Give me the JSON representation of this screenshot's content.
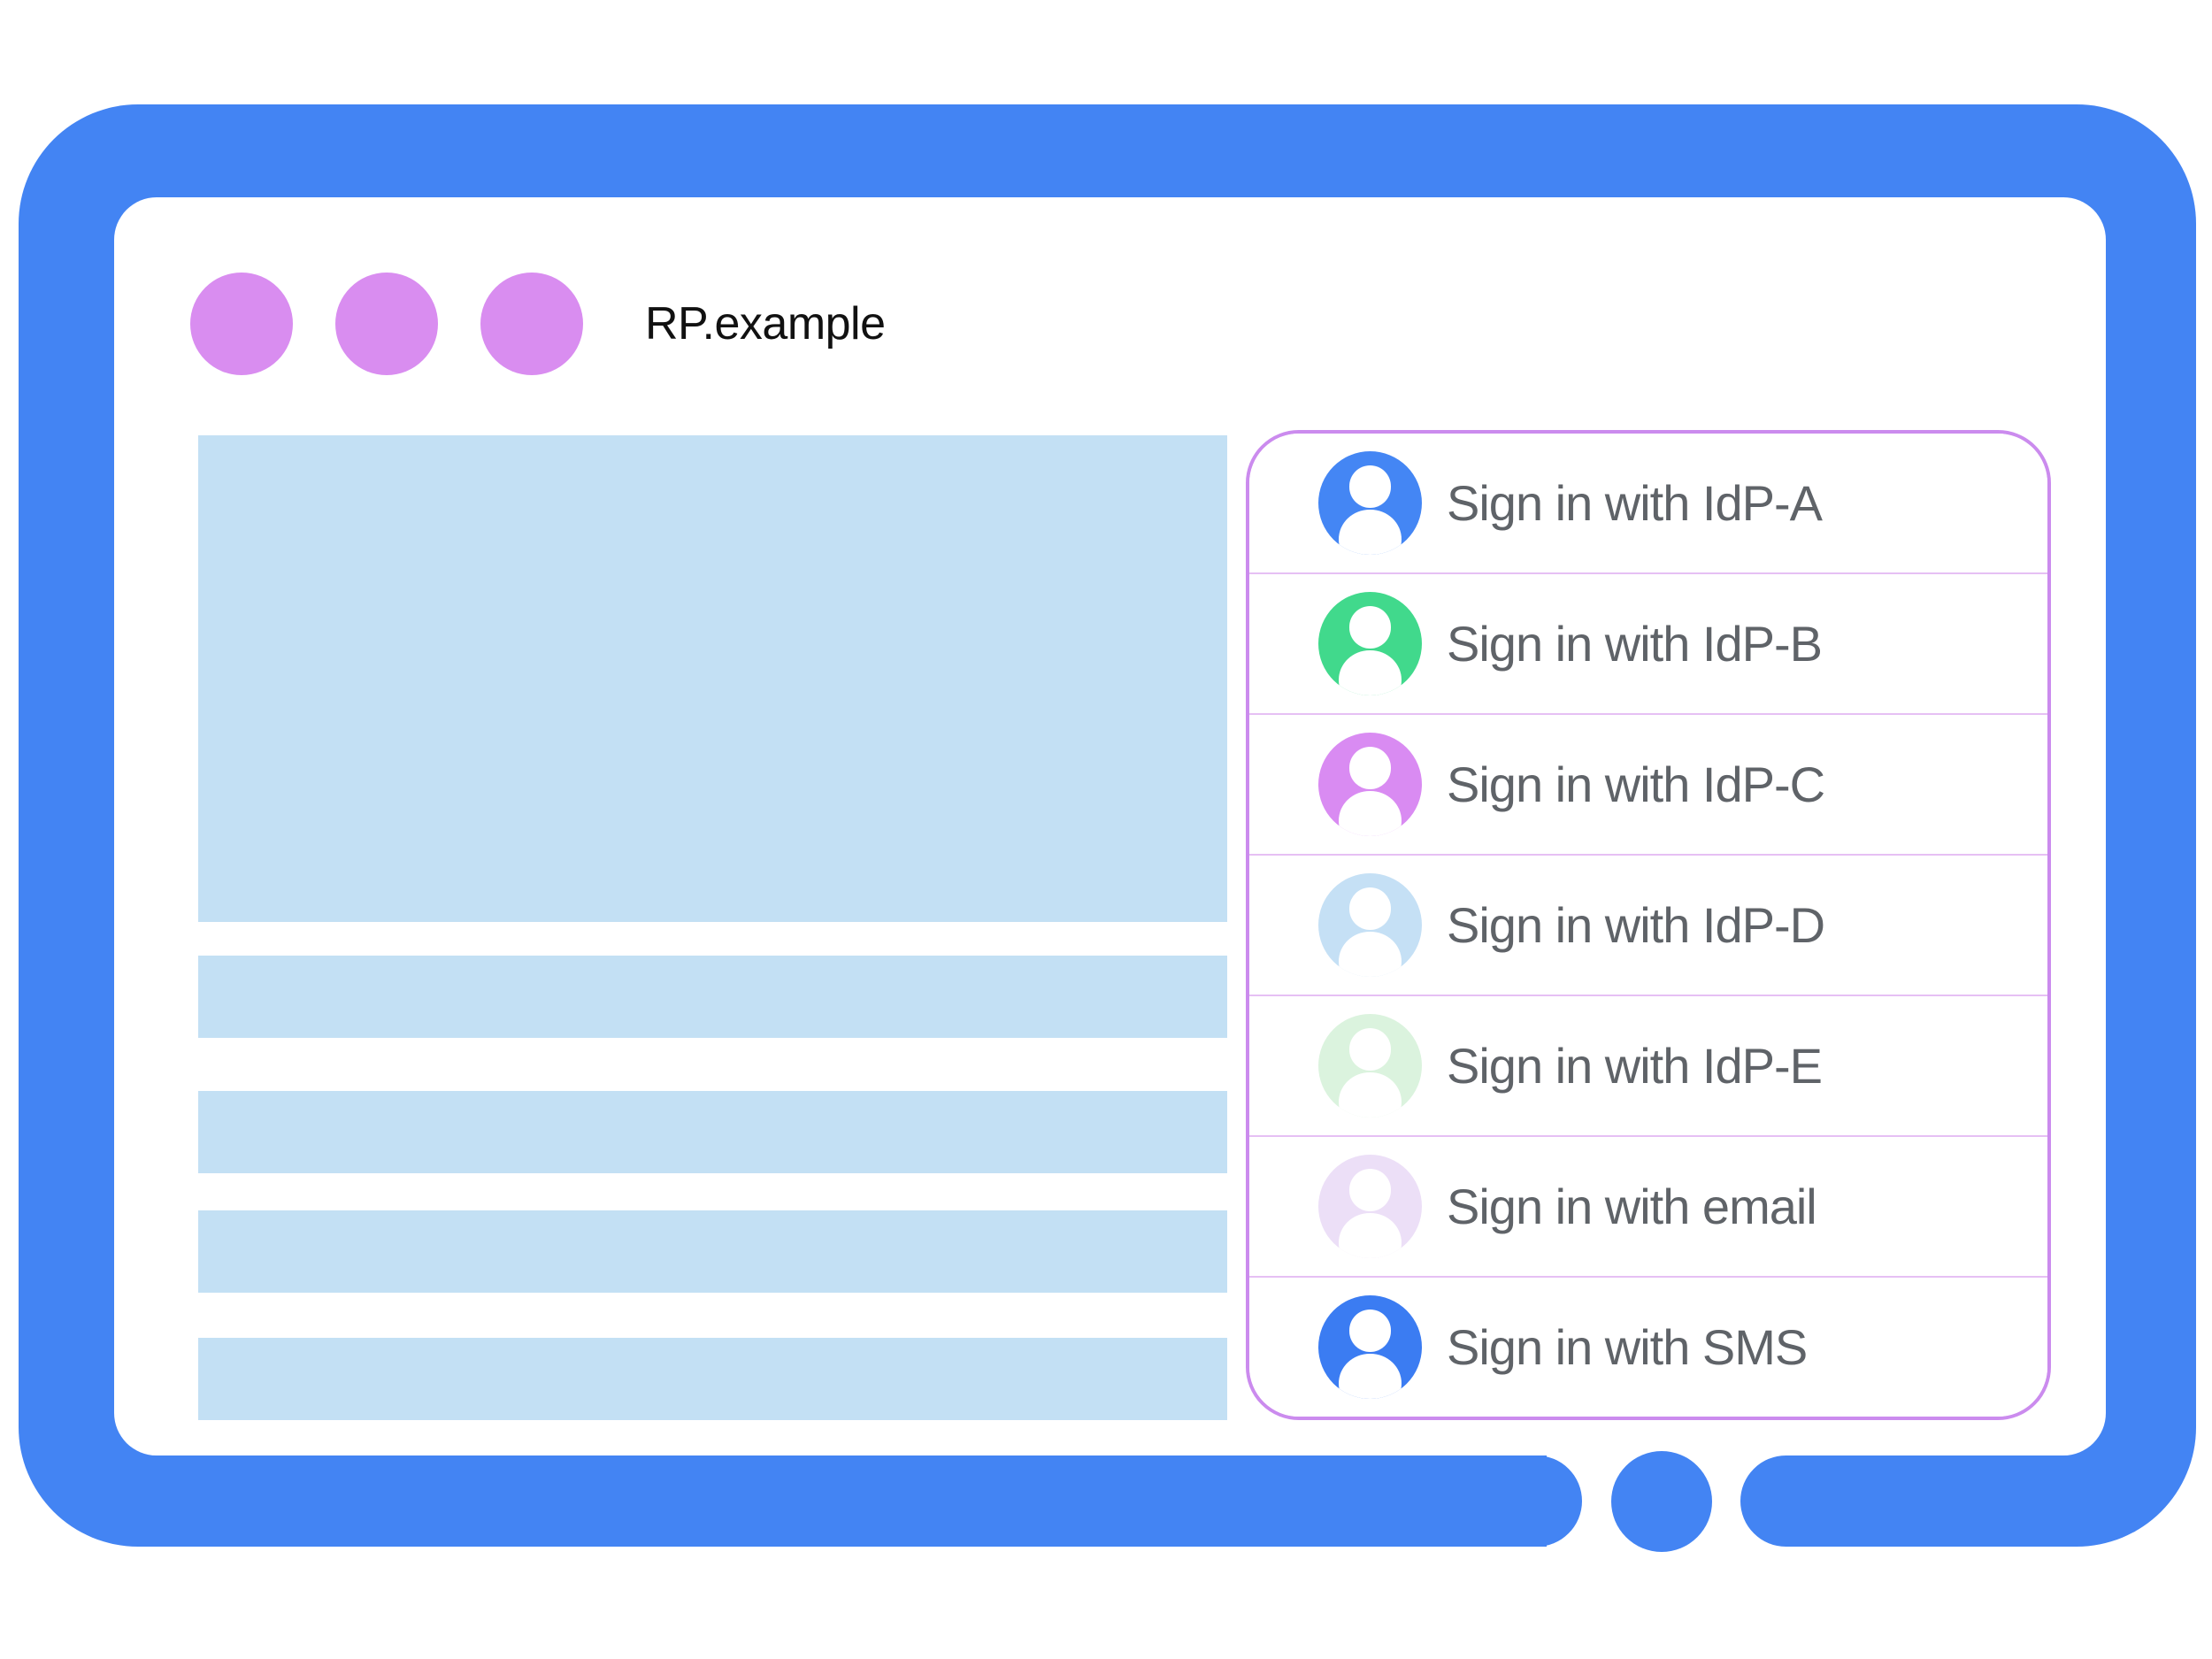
{
  "window": {
    "site_title": "RP.example",
    "window_dots_count": 3
  },
  "signin_panel": {
    "options": [
      {
        "label": "Sign in with IdP-A",
        "avatar_icon": "user-avatar-icon",
        "avatar_color": "#4486f4"
      },
      {
        "label": "Sign in with IdP-B",
        "avatar_icon": "user-avatar-icon",
        "avatar_color": "#41d98c"
      },
      {
        "label": "Sign in with IdP-C",
        "avatar_icon": "user-avatar-icon",
        "avatar_color": "#d98bf2"
      },
      {
        "label": "Sign in with IdP-D",
        "avatar_icon": "user-avatar-icon",
        "avatar_color": "#c5e0f5"
      },
      {
        "label": "Sign in with IdP-E",
        "avatar_icon": "user-avatar-icon",
        "avatar_color": "#dbf3de"
      },
      {
        "label": "Sign in with email",
        "avatar_icon": "user-avatar-icon",
        "avatar_color": "#ecdff7"
      },
      {
        "label": "Sign in with SMS",
        "avatar_icon": "user-avatar-icon",
        "avatar_color": "#3b7cf2"
      }
    ]
  },
  "colors": {
    "frame_blue": "#4384f3",
    "home_button_blue": "#4384f3",
    "placeholder_blue": "#c3e0f4",
    "dot_purple": "#d98df0",
    "panel_border": "#cb8bee",
    "row_divider": "#e6c0f4",
    "label_gray": "#5f6368",
    "title_color": "#111111"
  }
}
